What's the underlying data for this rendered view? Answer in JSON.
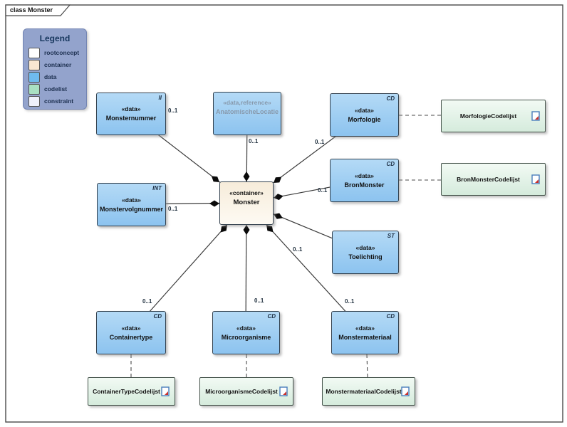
{
  "diagram": {
    "tab_label": "class Monster"
  },
  "legend": {
    "title": "Legend",
    "items": [
      {
        "label": "rootconcept",
        "color": "#ffffff"
      },
      {
        "label": "container",
        "color": "#f9e7d1"
      },
      {
        "label": "data",
        "color": "#6fbbee"
      },
      {
        "label": "codelist",
        "color": "#a9e0c2"
      },
      {
        "label": "constraint",
        "color": "#eef0fa"
      }
    ]
  },
  "nodes": {
    "monster": {
      "stereotype": "«container»",
      "name": "Monster"
    },
    "monsternummer": {
      "stereotype": "«data»",
      "name": "Monsternummer",
      "type_code": "II",
      "multiplicity": "0..1"
    },
    "anatomischelocatie": {
      "stereotype": "«data,reference»",
      "name": "AnatomischeLocatie",
      "multiplicity": "0..1"
    },
    "morfologie": {
      "stereotype": "«data»",
      "name": "Morfologie",
      "type_code": "CD",
      "multiplicity": "0..1"
    },
    "bronmonster": {
      "stereotype": "«data»",
      "name": "BronMonster",
      "type_code": "CD",
      "multiplicity": "0..1"
    },
    "toelichting": {
      "stereotype": "«data»",
      "name": "Toelichting",
      "type_code": "ST",
      "multiplicity": "0..1"
    },
    "monstervolgnummer": {
      "stereotype": "«data»",
      "name": "Monstervolgnummer",
      "type_code": "INT",
      "multiplicity": "0..1"
    },
    "containertype": {
      "stereotype": "«data»",
      "name": "Containertype",
      "type_code": "CD",
      "multiplicity": "0..1"
    },
    "microorganisme": {
      "stereotype": "«data»",
      "name": "Microorganisme",
      "type_code": "CD",
      "multiplicity": "0..1"
    },
    "monstermateriaal": {
      "stereotype": "«data»",
      "name": "Monstermateriaal",
      "type_code": "CD",
      "multiplicity": "0..1"
    }
  },
  "codelists": {
    "morfologie": "MorfologieCodelijst",
    "bronmonster": "BronMonsterCodelijst",
    "containertype": "ContainerTypeCodelijst",
    "microorganisme": "MicroorganismeCodelijst",
    "monstermateriaal": "MonstermateriaalCodelijst"
  },
  "colors": {
    "data_fill": "#8cc3ef",
    "container_fill": "#f7ecda",
    "codelist_fill": "#d5ebdc",
    "legend_fill": "#93a3cc",
    "line": "#3a3a3a"
  }
}
